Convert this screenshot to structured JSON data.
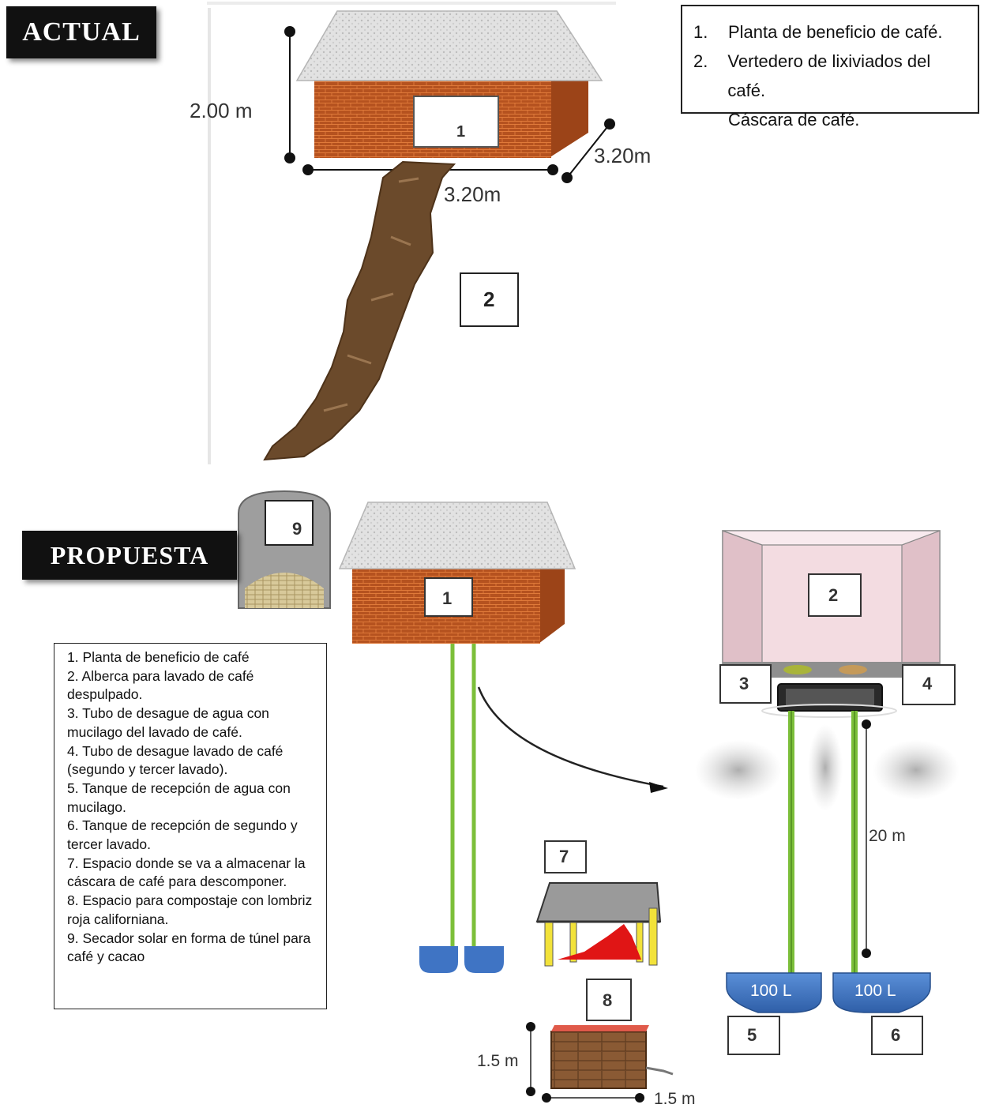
{
  "actual": {
    "banner": "ACTUAL",
    "dim_height": "2.00 m",
    "dim_width": "3.20m",
    "dim_depth": "3.20m",
    "label_house": "1",
    "label_spill": "2",
    "legend": [
      {
        "num": "1.",
        "text": "Planta de beneficio  de café."
      },
      {
        "num": "2.",
        "text": "Vertedero de lixiviados  del café."
      },
      {
        "num": "",
        "text": "Cáscara de café."
      }
    ]
  },
  "propuesta": {
    "banner": "PROPUESTA",
    "labels": {
      "dryer": "9",
      "house": "1",
      "pool": "2",
      "pipe3": "3",
      "pipe4": "4",
      "tank5": "5",
      "tank6": "6",
      "shed": "7",
      "compost": "8"
    },
    "tank_volume_5": "100 L",
    "tank_volume_6": "100 L",
    "dim_pipe": "20 m",
    "dim_compost_h": "1.5 m",
    "dim_compost_w": "1.5 m",
    "legend": [
      "1. Planta de beneficio de café",
      "2. Alberca para lavado de café despulpado.",
      "3. Tubo de desague de agua con mucilago del lavado de café.",
      "4. Tubo de desague lavado de café (segundo y tercer lavado).",
      "5. Tanque de recepción de agua con mucilago.",
      "6. Tanque de recepción de segundo y tercer lavado.",
      "7. Espacio donde se va a almacenar la cáscara de café para descomponer.",
      "8. Espacio para compostaje con lombriz roja californiana.",
      "9. Secador solar en forma de túnel para café y cacao"
    ]
  },
  "colors": {
    "brick": "#b5521f",
    "roof": "#d9d9d9",
    "pipe": "#7cbf3a",
    "tank": "#3f74c4",
    "pool": "#f3dce1",
    "soil": "#6b4a2b"
  }
}
